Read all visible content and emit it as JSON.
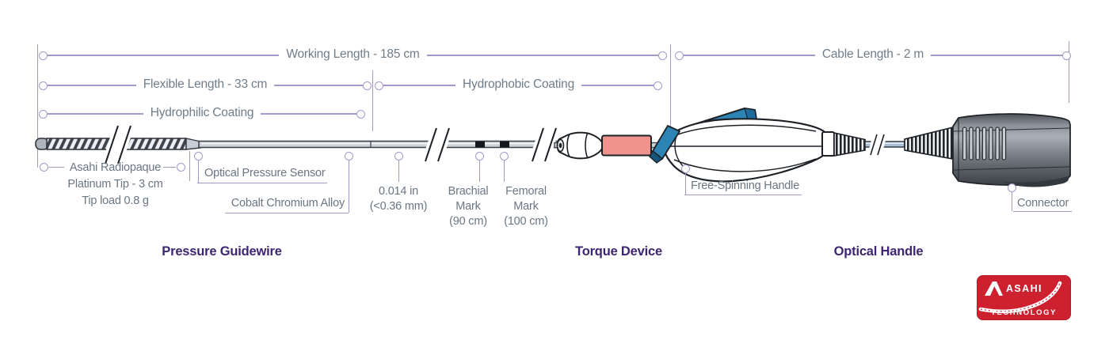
{
  "measurements": {
    "working_length": "Working Length - 185 cm",
    "cable_length": "Cable Length - 2 m",
    "flexible_length": "Flexible Length - 33 cm",
    "hydrophilic_coating": "Hydrophilic Coating",
    "hydrophobic_coating": "Hydrophobic Coating"
  },
  "labels": {
    "tip": [
      "Asahi Radiopaque",
      "Platinum Tip - 3 cm",
      "Tip load 0.8 g"
    ],
    "optical_sensor": "Optical Pressure Sensor",
    "alloy": "Cobalt Chromium Alloy",
    "diameter": [
      "0.014 in",
      "(<0.36 mm)"
    ],
    "brachial": [
      "Brachial",
      "Mark",
      "(90 cm)"
    ],
    "femoral": [
      "Femoral",
      "Mark",
      "(100 cm)"
    ],
    "free_spinning_handle": "Free-Spinning Handle",
    "connector": "Connector"
  },
  "sections": {
    "pressure_guidewire": "Pressure Guidewire",
    "torque_device": "Torque Device",
    "optical_handle": "Optical Handle"
  },
  "logo": {
    "brand": "ASAHI",
    "sub": "TECHNOLOGY"
  },
  "colors": {
    "guide_purple": "#a697c9",
    "measure_text": "#6f7d89",
    "label_text": "#6b7683",
    "section_title": "#3d2572",
    "torque_pink": "#f0938d",
    "device_blue": "#2c84b5",
    "logo_red": "#cd2130"
  }
}
